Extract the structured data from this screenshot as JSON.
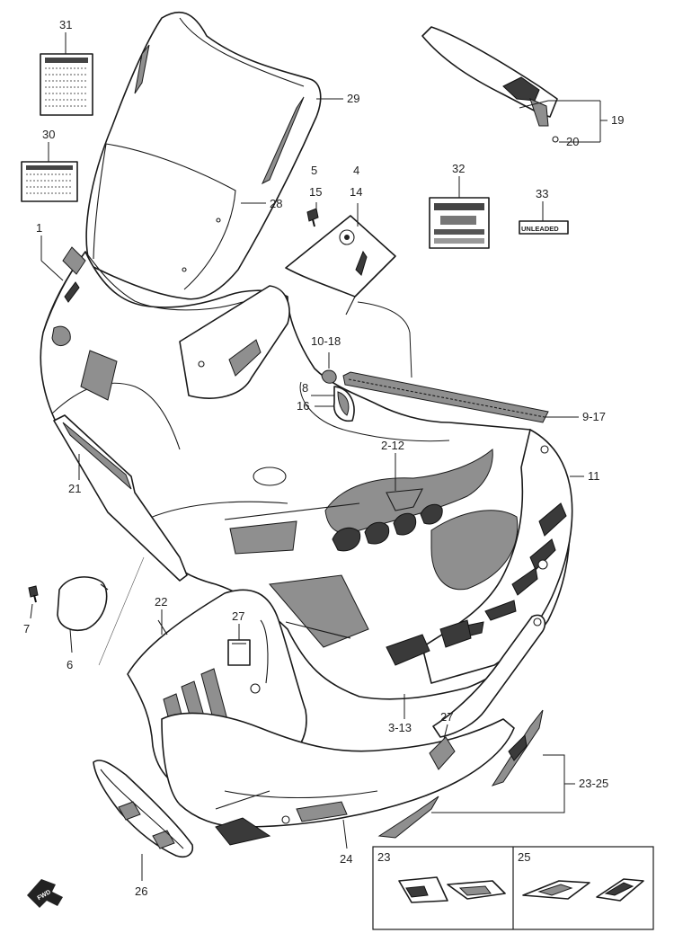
{
  "callouts": {
    "c31": "31",
    "c30": "30",
    "c1": "1",
    "c29": "29",
    "c28a": "28",
    "c5": "5",
    "c15": "15",
    "c4": "4",
    "c14": "14",
    "c19": "19",
    "c20": "20",
    "c32": "32",
    "c33": "33",
    "c10_18": "10-18",
    "c8": "8",
    "c16": "16",
    "c9_17": "9-17",
    "c2_12": "2-12",
    "c11": "11",
    "c21": "21",
    "c22": "22",
    "c27a": "27",
    "c7": "7",
    "c6": "6",
    "c3_13": "3-13",
    "c27b": "27",
    "c23_25": "23-25",
    "c24": "24",
    "c26": "26",
    "c23": "23",
    "c25": "25"
  },
  "badge_33_text": "UNLEADED",
  "front_arrow_text": "FWD"
}
